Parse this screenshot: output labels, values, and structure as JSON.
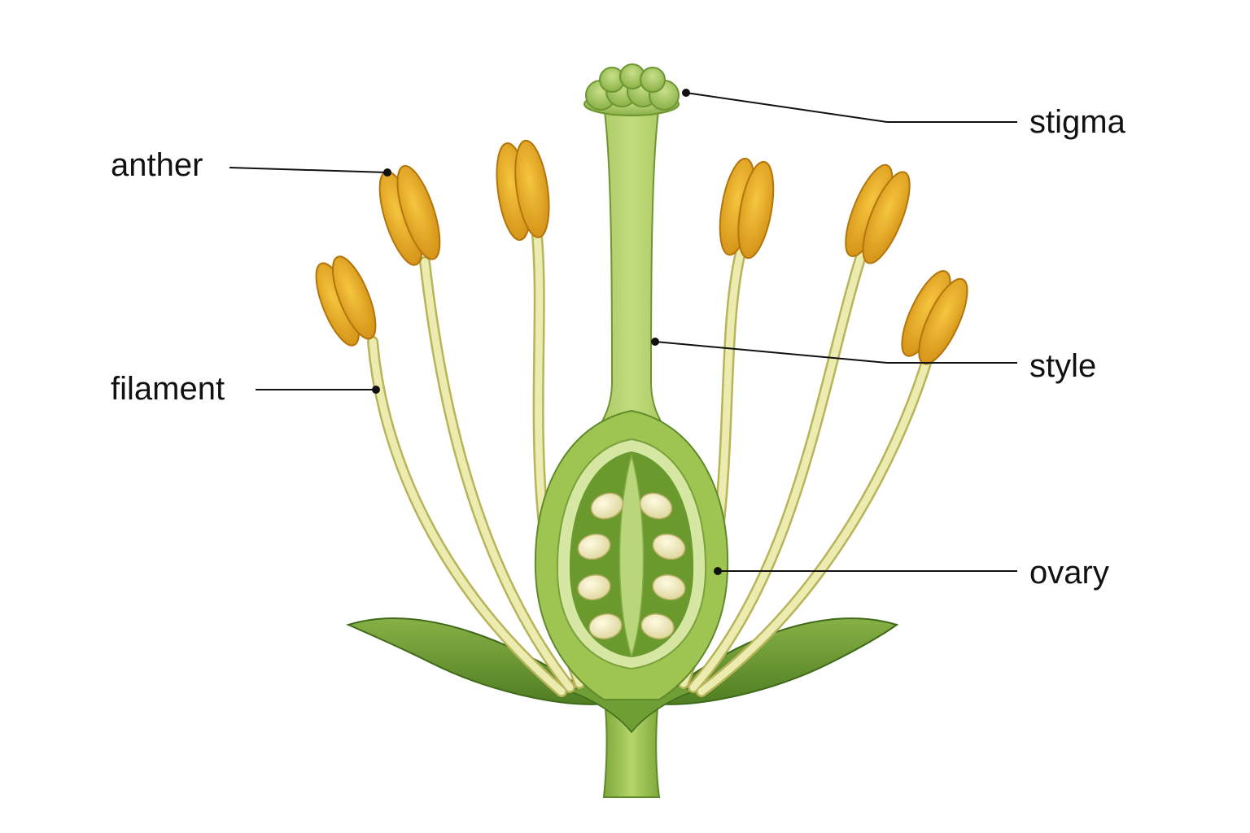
{
  "labels": {
    "anther": "anther",
    "filament": "filament",
    "stigma": "stigma",
    "style": "style",
    "ovary": "ovary"
  },
  "colors": {
    "background": "#ffffff",
    "leader_line": "#111111",
    "anther": "#e5a51c",
    "filament": "#e6e59a",
    "pistil_green": "#9cc250",
    "sepal_green": "#6f9e35",
    "ovule": "#f1edc4"
  }
}
